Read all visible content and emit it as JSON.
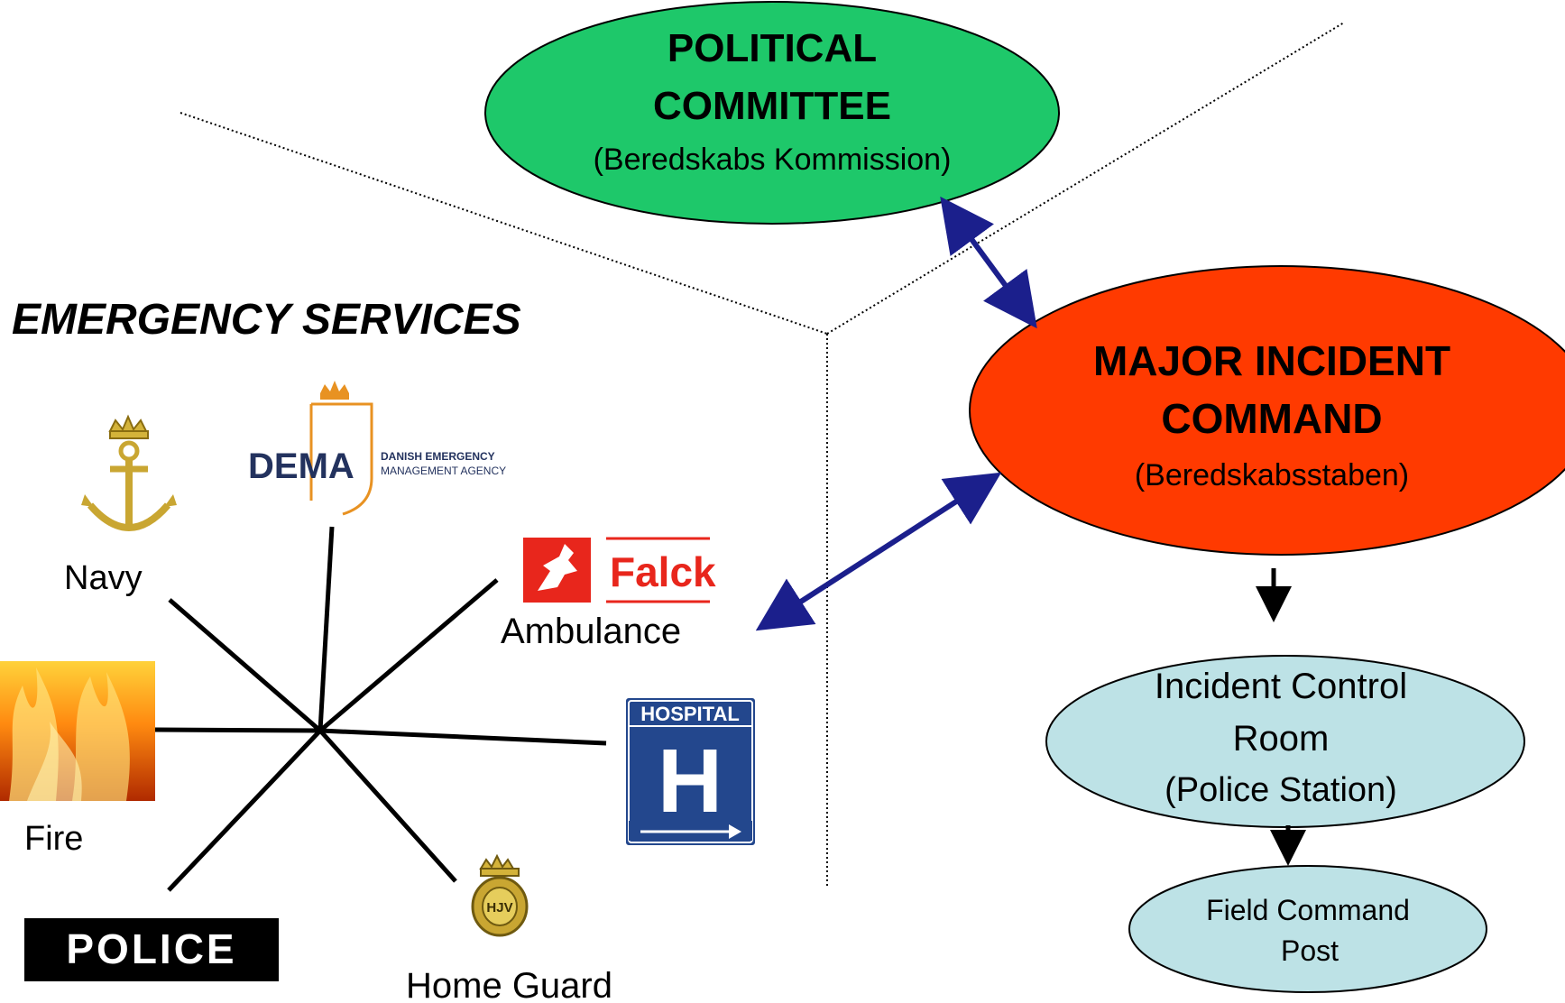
{
  "section_title": "EMERGENCY SERVICES",
  "political_committee": {
    "line1": "POLITICAL",
    "line2": "COMMITTEE",
    "subtitle": "(Beredskabs Kommission)",
    "fill": "#1ec86a"
  },
  "major_incident_command": {
    "line1": "MAJOR INCIDENT",
    "line2": "COMMAND",
    "subtitle": "(Beredskabsstaben)",
    "fill": "#ff3a00"
  },
  "incident_control_room": {
    "line1": "Incident Control",
    "line2": "Room",
    "line3": "(Police Station)",
    "fill": "#bde2e6"
  },
  "field_command_post": {
    "line1": "Field Command",
    "line2": "Post",
    "fill": "#bde2e6"
  },
  "services": {
    "navy": "Navy",
    "ambulance": "Ambulance",
    "fire": "Fire",
    "home_guard": "Home Guard"
  },
  "logos": {
    "dema_mark": "DEMA",
    "dema_line1": "DANISH EMERGENCY",
    "dema_line2": "MANAGEMENT AGENCY",
    "falck": "Falck",
    "hospital": "HOSPITAL",
    "hospital_letter": "H",
    "police": "POLICE",
    "home_guard_badge": "HJV"
  },
  "colors": {
    "arrow": "#1b1f8c",
    "connector": "#000000",
    "divider": "#000000"
  }
}
